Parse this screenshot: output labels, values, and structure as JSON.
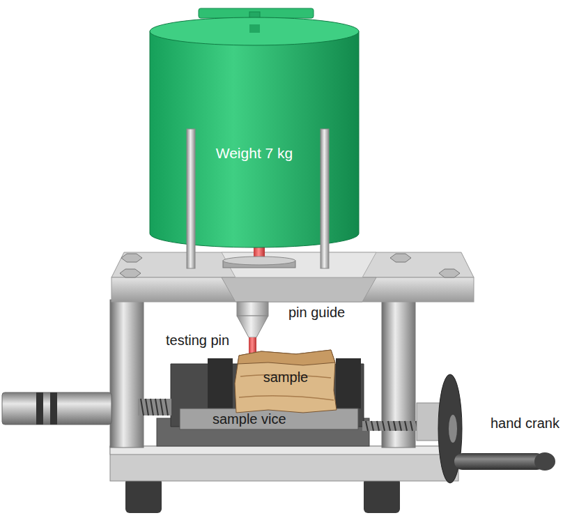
{
  "diagram": {
    "nodes": [
      {
        "text": [
          "Weight 7 kg"
        ]
      },
      {
        "text": [
          "sample"
        ]
      }
    ],
    "labels": [
      "pin guide",
      "testing pin",
      "sample vice",
      "hand crank"
    ]
  }
}
